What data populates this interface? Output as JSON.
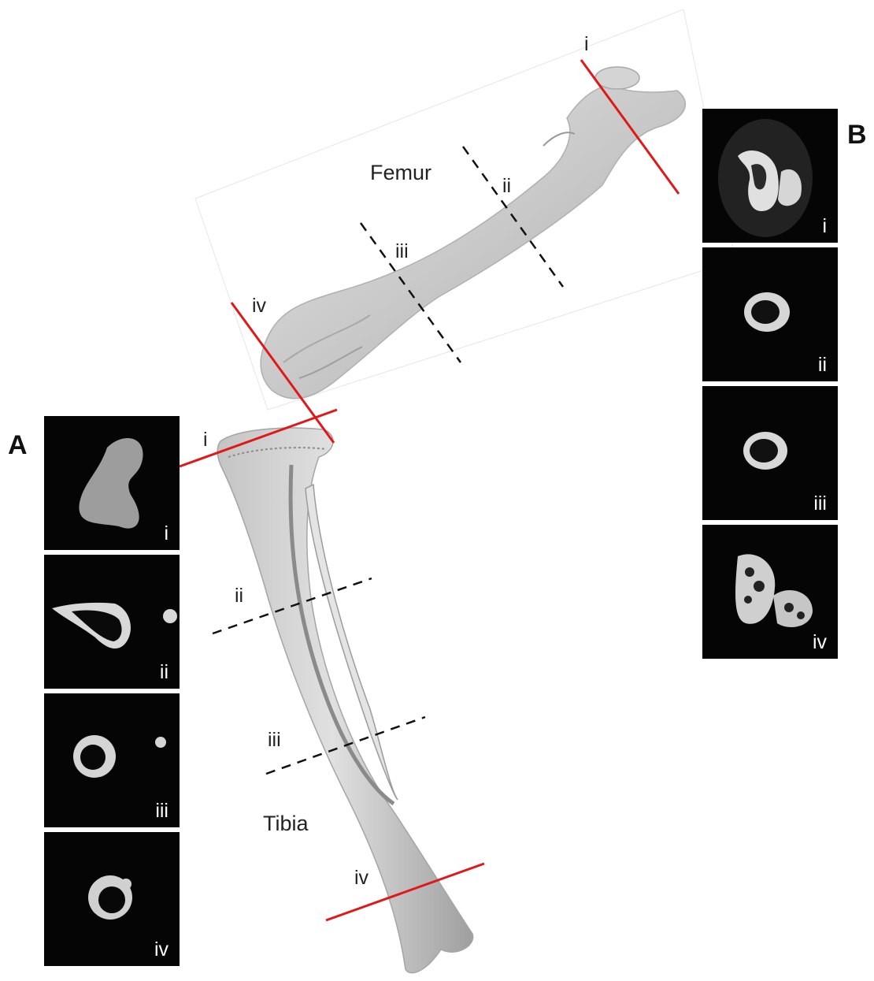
{
  "panels": {
    "a": {
      "letter": "A"
    },
    "b": {
      "letter": "B"
    }
  },
  "bones": {
    "femur": "Femur",
    "tibia": "Tibia"
  },
  "femur_cuts": [
    "i",
    "ii",
    "iii",
    "iv"
  ],
  "tibia_cuts": [
    "i",
    "ii",
    "iii",
    "iv"
  ],
  "slices_a": [
    "i",
    "ii",
    "iii",
    "iv"
  ],
  "slices_b": [
    "i",
    "ii",
    "iii",
    "iv"
  ],
  "colors": {
    "section_line": "#e01818",
    "dashed_line": "#111111",
    "bone_fill": "#cfcfcf",
    "slice_bg": "#050505"
  }
}
